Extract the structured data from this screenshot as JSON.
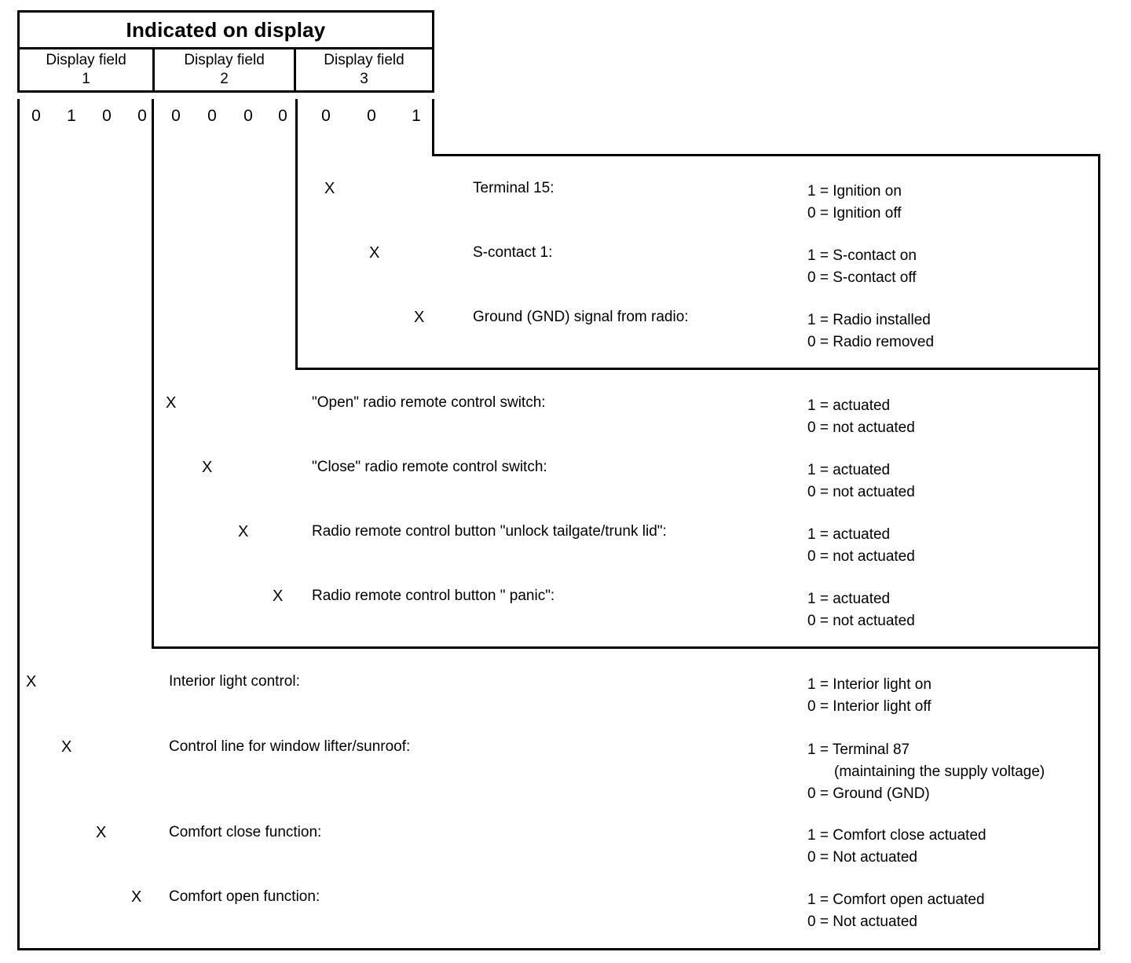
{
  "header": {
    "title": "Indicated on display",
    "fields": [
      {
        "label": "Display field",
        "number": "1"
      },
      {
        "label": "Display field",
        "number": "2"
      },
      {
        "label": "Display field",
        "number": "3"
      }
    ]
  },
  "bits": {
    "field1": [
      "0",
      "1",
      "0",
      "0"
    ],
    "field2": [
      "0",
      "0",
      "0",
      "0"
    ],
    "field3": [
      "0",
      "0",
      "1"
    ]
  },
  "marker": "X",
  "blocks": [
    {
      "name": "display-field-3-block",
      "rows": [
        {
          "marker_column": 0,
          "description": "Terminal 15:",
          "values": [
            {
              "text": "1 = Ignition on",
              "indent": false
            },
            {
              "text": "0 = Ignition off",
              "indent": false
            }
          ]
        },
        {
          "marker_column": 1,
          "description": "S-contact 1:",
          "values": [
            {
              "text": "1 = S-contact on",
              "indent": false
            },
            {
              "text": "0 = S-contact off",
              "indent": false
            }
          ]
        },
        {
          "marker_column": 2,
          "description": "Ground (GND) signal from radio:",
          "values": [
            {
              "text": "1 = Radio installed",
              "indent": false
            },
            {
              "text": "0 = Radio removed",
              "indent": false
            }
          ]
        }
      ]
    },
    {
      "name": "display-field-2-block",
      "rows": [
        {
          "marker_column": 0,
          "description": "\"Open\" radio remote control switch:",
          "values": [
            {
              "text": "1 = actuated",
              "indent": false
            },
            {
              "text": "0 = not actuated",
              "indent": false
            }
          ]
        },
        {
          "marker_column": 1,
          "description": "\"Close\" radio remote control switch:",
          "values": [
            {
              "text": "1 = actuated",
              "indent": false
            },
            {
              "text": "0 = not actuated",
              "indent": false
            }
          ]
        },
        {
          "marker_column": 2,
          "description": "Radio remote control button \"unlock tailgate/trunk lid\":",
          "values": [
            {
              "text": "1 = actuated",
              "indent": false
            },
            {
              "text": "0 = not actuated",
              "indent": false
            }
          ]
        },
        {
          "marker_column": 3,
          "description": "Radio remote control button \" panic\":",
          "values": [
            {
              "text": "1 = actuated",
              "indent": false
            },
            {
              "text": "0 = not actuated",
              "indent": false
            }
          ]
        }
      ]
    },
    {
      "name": "display-field-1-block",
      "rows": [
        {
          "marker_column": 0,
          "description": "Interior light control:",
          "values": [
            {
              "text": "1 = Interior light on",
              "indent": false
            },
            {
              "text": "0 = Interior light off",
              "indent": false
            }
          ]
        },
        {
          "marker_column": 1,
          "description": "Control line for window lifter/sunroof:",
          "values": [
            {
              "text": "1 = Terminal 87",
              "indent": false
            },
            {
              "text": "(maintaining the supply voltage)",
              "indent": true
            },
            {
              "text": "0 = Ground (GND)",
              "indent": false
            }
          ]
        },
        {
          "marker_column": 2,
          "description": "Comfort close function:",
          "values": [
            {
              "text": "1 = Comfort close actuated",
              "indent": false
            },
            {
              "text": "0 = Not actuated",
              "indent": false
            }
          ]
        },
        {
          "marker_column": 3,
          "description": "Comfort open function:",
          "values": [
            {
              "text": "1 = Comfort open actuated",
              "indent": false
            },
            {
              "text": "0 = Not actuated",
              "indent": false
            }
          ]
        }
      ]
    }
  ],
  "colors": {
    "line": "#000000",
    "background": "#ffffff",
    "text": "#000000"
  }
}
